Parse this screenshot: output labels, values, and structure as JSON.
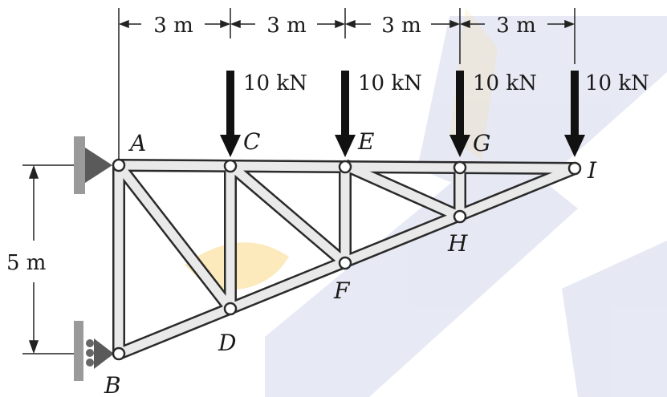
{
  "truss": {
    "joints": {
      "A": "A",
      "B": "B",
      "C": "C",
      "D": "D",
      "E": "E",
      "F": "F",
      "G": "G",
      "H": "H",
      "I": "I"
    },
    "spacing_labels": [
      "3 m",
      "3 m",
      "3 m",
      "3 m"
    ],
    "height_label": "5 m",
    "loads": [
      "10 kN",
      "10 kN",
      "10 kN",
      "10 kN"
    ]
  },
  "colors": {
    "member": "#e9e9e9",
    "outline": "#2a2a2a",
    "arrow": "#111111",
    "watermark_blue": "#3a4fa8",
    "watermark_yellow": "#f5c242"
  }
}
